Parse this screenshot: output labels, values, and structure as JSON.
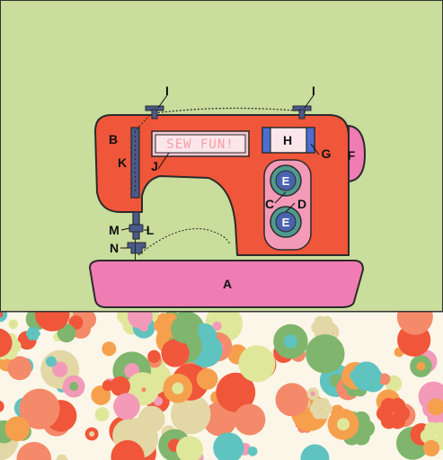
{
  "colors": {
    "background_top": "#c9dd9c",
    "machine_body": "#f0563a",
    "base": "#ef7db3",
    "fabric_base": "#fbf6e8",
    "dial": "#2fa8a6",
    "panel": "#f29ab8",
    "thread_guide": "#4a6fd1",
    "dark": "#2b2b2b"
  },
  "display": {
    "text": "SEW FUN!"
  },
  "labels": {
    "A": "A",
    "B": "B",
    "C": "C",
    "D": "D",
    "E_top": "E",
    "E_bottom": "E",
    "F": "F",
    "G": "G",
    "H": "H",
    "I_left": "I",
    "I_right": "I",
    "J": "J",
    "K": "K",
    "L": "L",
    "M": "M",
    "N": "N"
  }
}
